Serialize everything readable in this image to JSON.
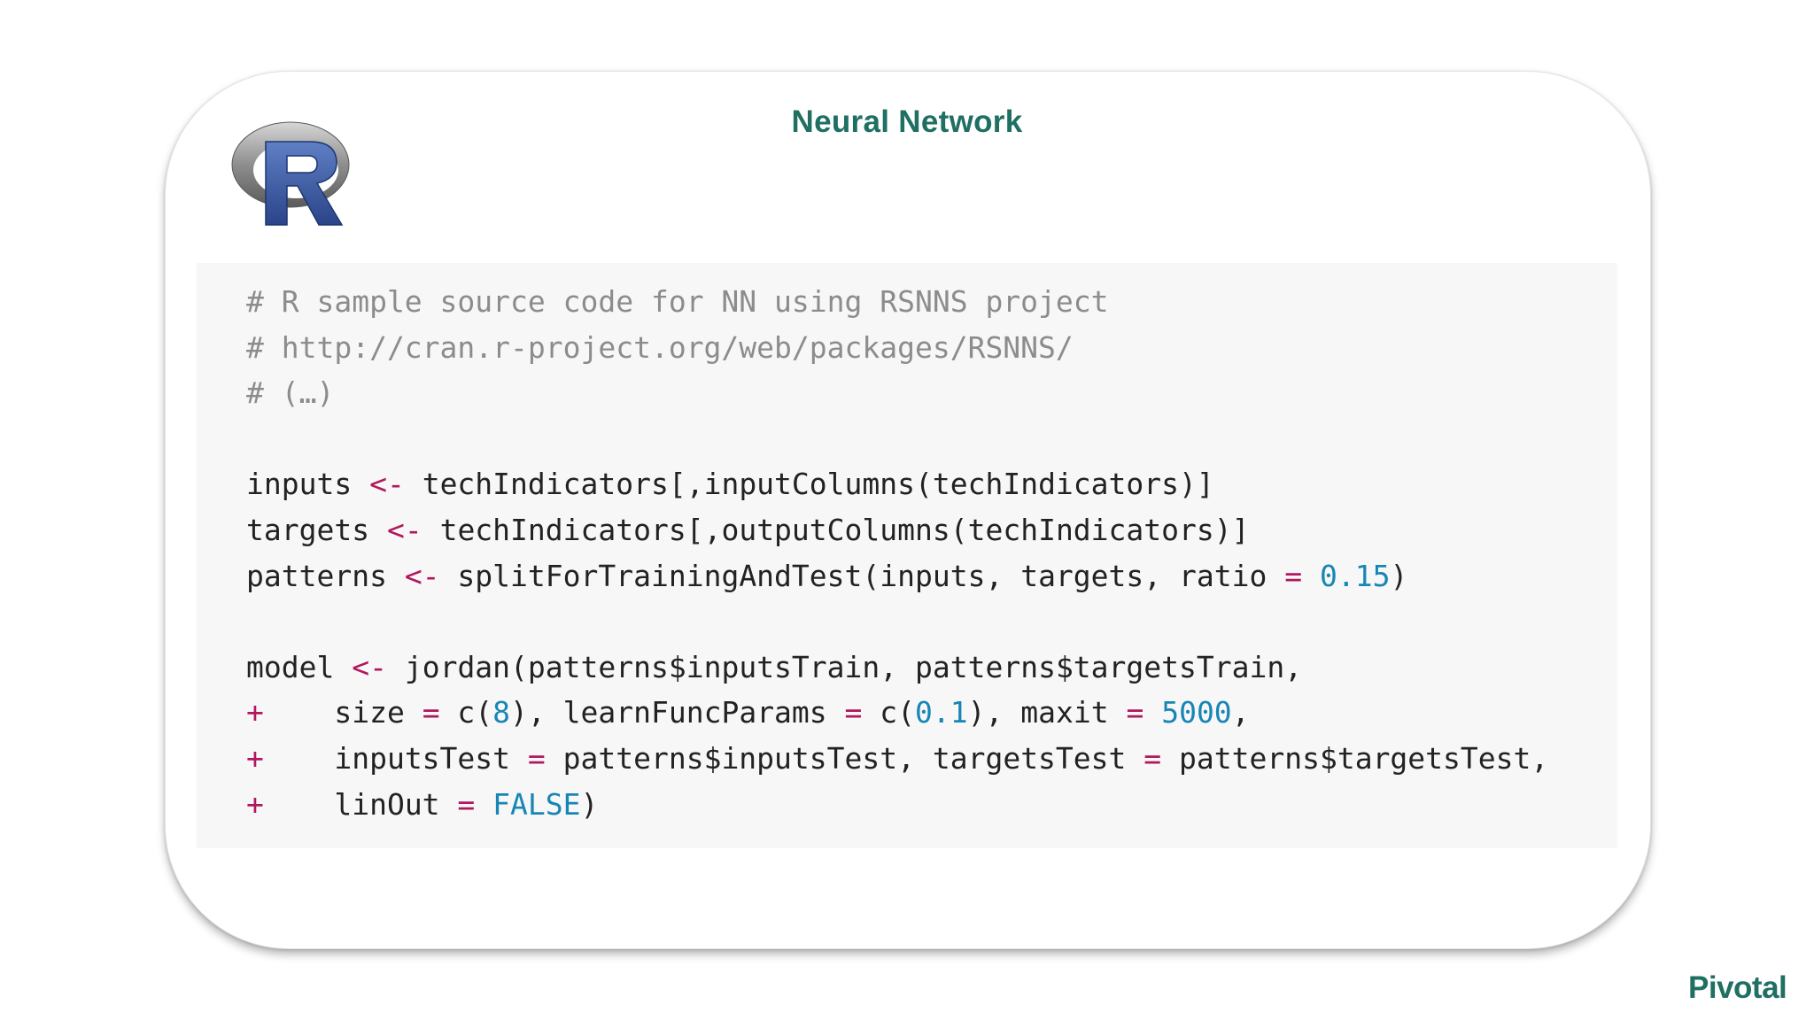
{
  "slide": {
    "title": "Neural Network",
    "brand": "Pivotal"
  },
  "logo": {
    "icon": "r-language-logo",
    "letter": "R",
    "colors": {
      "ring": "#9a9a9a",
      "letter": "#3b5aa6"
    }
  },
  "code": {
    "lines": [
      [
        {
          "t": "# R sample source code for NN using RSNNS project",
          "k": "comment"
        }
      ],
      [
        {
          "t": "# http://cran.r-project.org/web/packages/RSNNS/",
          "k": "comment"
        }
      ],
      [
        {
          "t": "# (…)",
          "k": "comment"
        }
      ],
      [],
      [
        {
          "t": "inputs ",
          "k": "plain"
        },
        {
          "t": "<-",
          "k": "op"
        },
        {
          "t": " techIndicators[,inputColumns(techIndicators)]",
          "k": "plain"
        }
      ],
      [
        {
          "t": "targets ",
          "k": "plain"
        },
        {
          "t": "<-",
          "k": "op"
        },
        {
          "t": " techIndicators[,outputColumns(techIndicators)]",
          "k": "plain"
        }
      ],
      [
        {
          "t": "patterns ",
          "k": "plain"
        },
        {
          "t": "<-",
          "k": "op"
        },
        {
          "t": " splitForTrainingAndTest(inputs, targets, ratio ",
          "k": "plain"
        },
        {
          "t": "=",
          "k": "op"
        },
        {
          "t": " ",
          "k": "plain"
        },
        {
          "t": "0.15",
          "k": "num"
        },
        {
          "t": ")",
          "k": "plain"
        }
      ],
      [],
      [
        {
          "t": "model ",
          "k": "plain"
        },
        {
          "t": "<-",
          "k": "op"
        },
        {
          "t": " jordan(patterns$inputsTrain, patterns$targetsTrain,",
          "k": "plain"
        }
      ],
      [
        {
          "t": "+",
          "k": "op"
        },
        {
          "t": "    size ",
          "k": "plain"
        },
        {
          "t": "=",
          "k": "op"
        },
        {
          "t": " c(",
          "k": "plain"
        },
        {
          "t": "8",
          "k": "num"
        },
        {
          "t": "), learnFuncParams ",
          "k": "plain"
        },
        {
          "t": "=",
          "k": "op"
        },
        {
          "t": " c(",
          "k": "plain"
        },
        {
          "t": "0.1",
          "k": "num"
        },
        {
          "t": "), maxit ",
          "k": "plain"
        },
        {
          "t": "=",
          "k": "op"
        },
        {
          "t": " ",
          "k": "plain"
        },
        {
          "t": "5000",
          "k": "num"
        },
        {
          "t": ",",
          "k": "plain"
        }
      ],
      [
        {
          "t": "+",
          "k": "op"
        },
        {
          "t": "    inputsTest ",
          "k": "plain"
        },
        {
          "t": "=",
          "k": "op"
        },
        {
          "t": " patterns$inputsTest, targetsTest ",
          "k": "plain"
        },
        {
          "t": "=",
          "k": "op"
        },
        {
          "t": " patterns$targetsTest,",
          "k": "plain"
        }
      ],
      [
        {
          "t": "+",
          "k": "op"
        },
        {
          "t": "    linOut ",
          "k": "plain"
        },
        {
          "t": "=",
          "k": "op"
        },
        {
          "t": " ",
          "k": "plain"
        },
        {
          "t": "FALSE",
          "k": "num"
        },
        {
          "t": ")",
          "k": "plain"
        }
      ]
    ]
  },
  "colors": {
    "title": "#1f6f63",
    "comment": "#8c8c8c",
    "operator": "#b0185e",
    "literal": "#1786b5",
    "code_background": "#f7f7f7"
  }
}
